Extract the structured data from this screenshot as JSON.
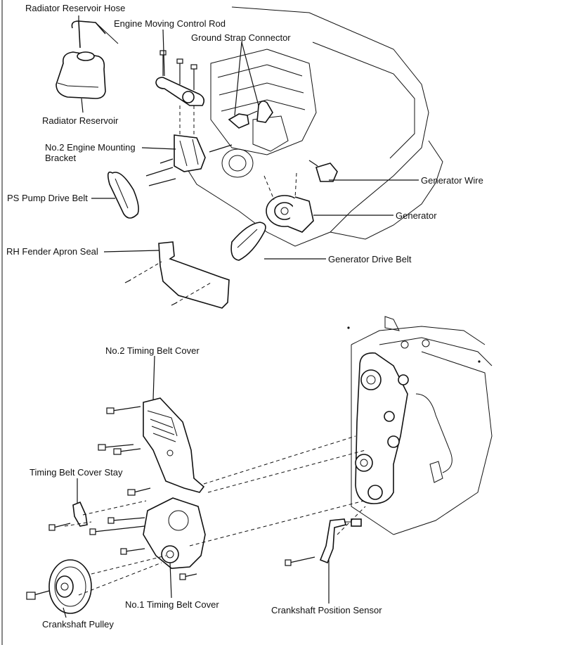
{
  "labels": {
    "radiator_reservoir_hose": "Radiator Reservoir Hose",
    "engine_moving_control_rod": "Engine Moving Control Rod",
    "ground_strap_connector": "Ground Strap Connector",
    "radiator_reservoir": "Radiator Reservoir",
    "no2_engine_mounting_bracket_1": "No.2 Engine Mounting",
    "no2_engine_mounting_bracket_2": "Bracket",
    "ps_pump_drive_belt": "PS Pump Drive Belt",
    "generator_wire": "Generator Wire",
    "generator": "Generator",
    "rh_fender_apron_seal": "RH Fender Apron Seal",
    "generator_drive_belt": "Generator Drive Belt",
    "no2_timing_belt_cover": "No.2 Timing Belt Cover",
    "timing_belt_cover_stay": "Timing Belt Cover Stay",
    "no1_timing_belt_cover": "No.1 Timing Belt Cover",
    "crankshaft_position_sensor": "Crankshaft Position Sensor",
    "crankshaft_pulley": "Crankshaft Pulley"
  }
}
